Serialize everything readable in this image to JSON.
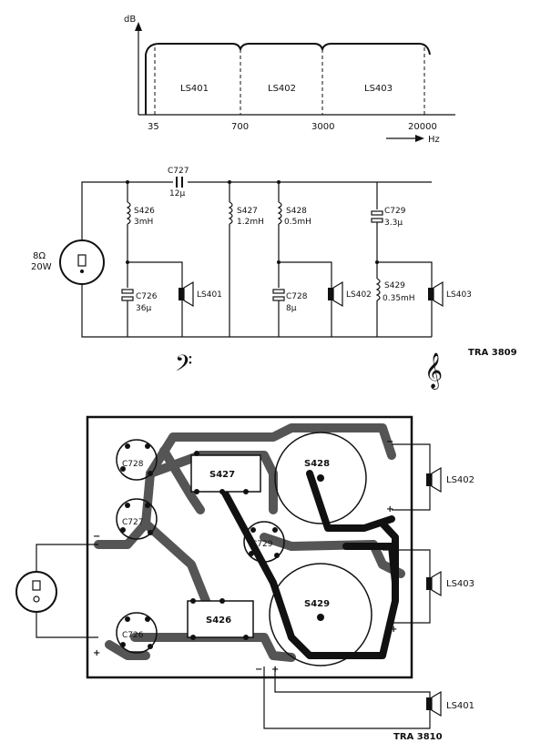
{
  "response_chart": {
    "y_axis_label": "dB",
    "x_axis_label": "Hz",
    "frequencies": [
      "35",
      "700",
      "3000",
      "20000"
    ],
    "bands": [
      "LS401",
      "LS402",
      "LS403"
    ]
  },
  "schematic": {
    "source_impedance": "8Ω",
    "source_power": "20W",
    "components": {
      "c727_name": "C727",
      "c727_value": "12µ",
      "s426_name": "S426",
      "s426_value": "3mH",
      "s427_name": "S427",
      "s427_value": "1.2mH",
      "s428_name": "S428",
      "s428_value": "0.5mH",
      "c729_name": "C729",
      "c729_value": "3.3µ",
      "c726_name": "C726",
      "c726_value": "36µ",
      "c728_name": "C728",
      "c728_value": "8µ",
      "s429_name": "S429",
      "s429_value": "0.35mH",
      "ls401": "LS401",
      "ls402": "LS402",
      "ls403": "LS403"
    },
    "bass_clef": "𝄢",
    "treble_clef": "𝄞",
    "ref": "TRA 3809"
  },
  "pcb": {
    "labels": {
      "c728": "C728",
      "s427": "S427",
      "s428": "S428",
      "c727": "C727",
      "c729": "C729",
      "s429": "S429",
      "c726": "C726",
      "s426": "S426"
    },
    "speakers": {
      "ls402": "LS402",
      "ls403": "LS403",
      "ls401": "LS401"
    },
    "minus": "−",
    "plus": "+",
    "ref": "TRA 3810"
  }
}
